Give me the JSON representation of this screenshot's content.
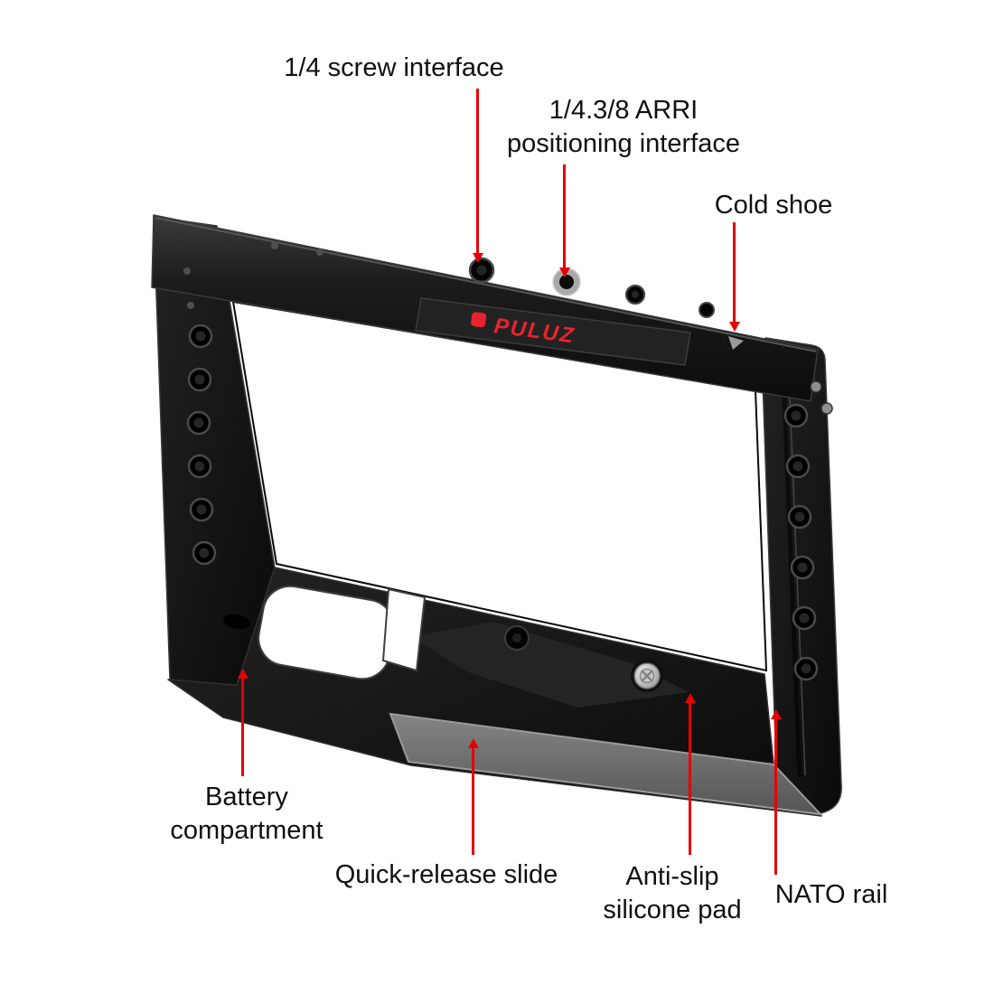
{
  "page": {
    "background": "#ffffff"
  },
  "colors": {
    "callout": "#e60000",
    "logo": "#e8232e",
    "text": "#101010"
  },
  "product": {
    "brand": "PULUZ"
  },
  "labels": {
    "screw_interface": "1/4 screw interface",
    "arri_line1": "1/4.3/8 ARRI",
    "arri_line2": "positioning interface",
    "cold_shoe": "Cold shoe",
    "battery_line1": "Battery",
    "battery_line2": "compartment",
    "quick_release": "Quick-release slide",
    "anti_slip_line1": "Anti-slip",
    "anti_slip_line2": "silicone pad",
    "nato_rail": "NATO rail"
  }
}
